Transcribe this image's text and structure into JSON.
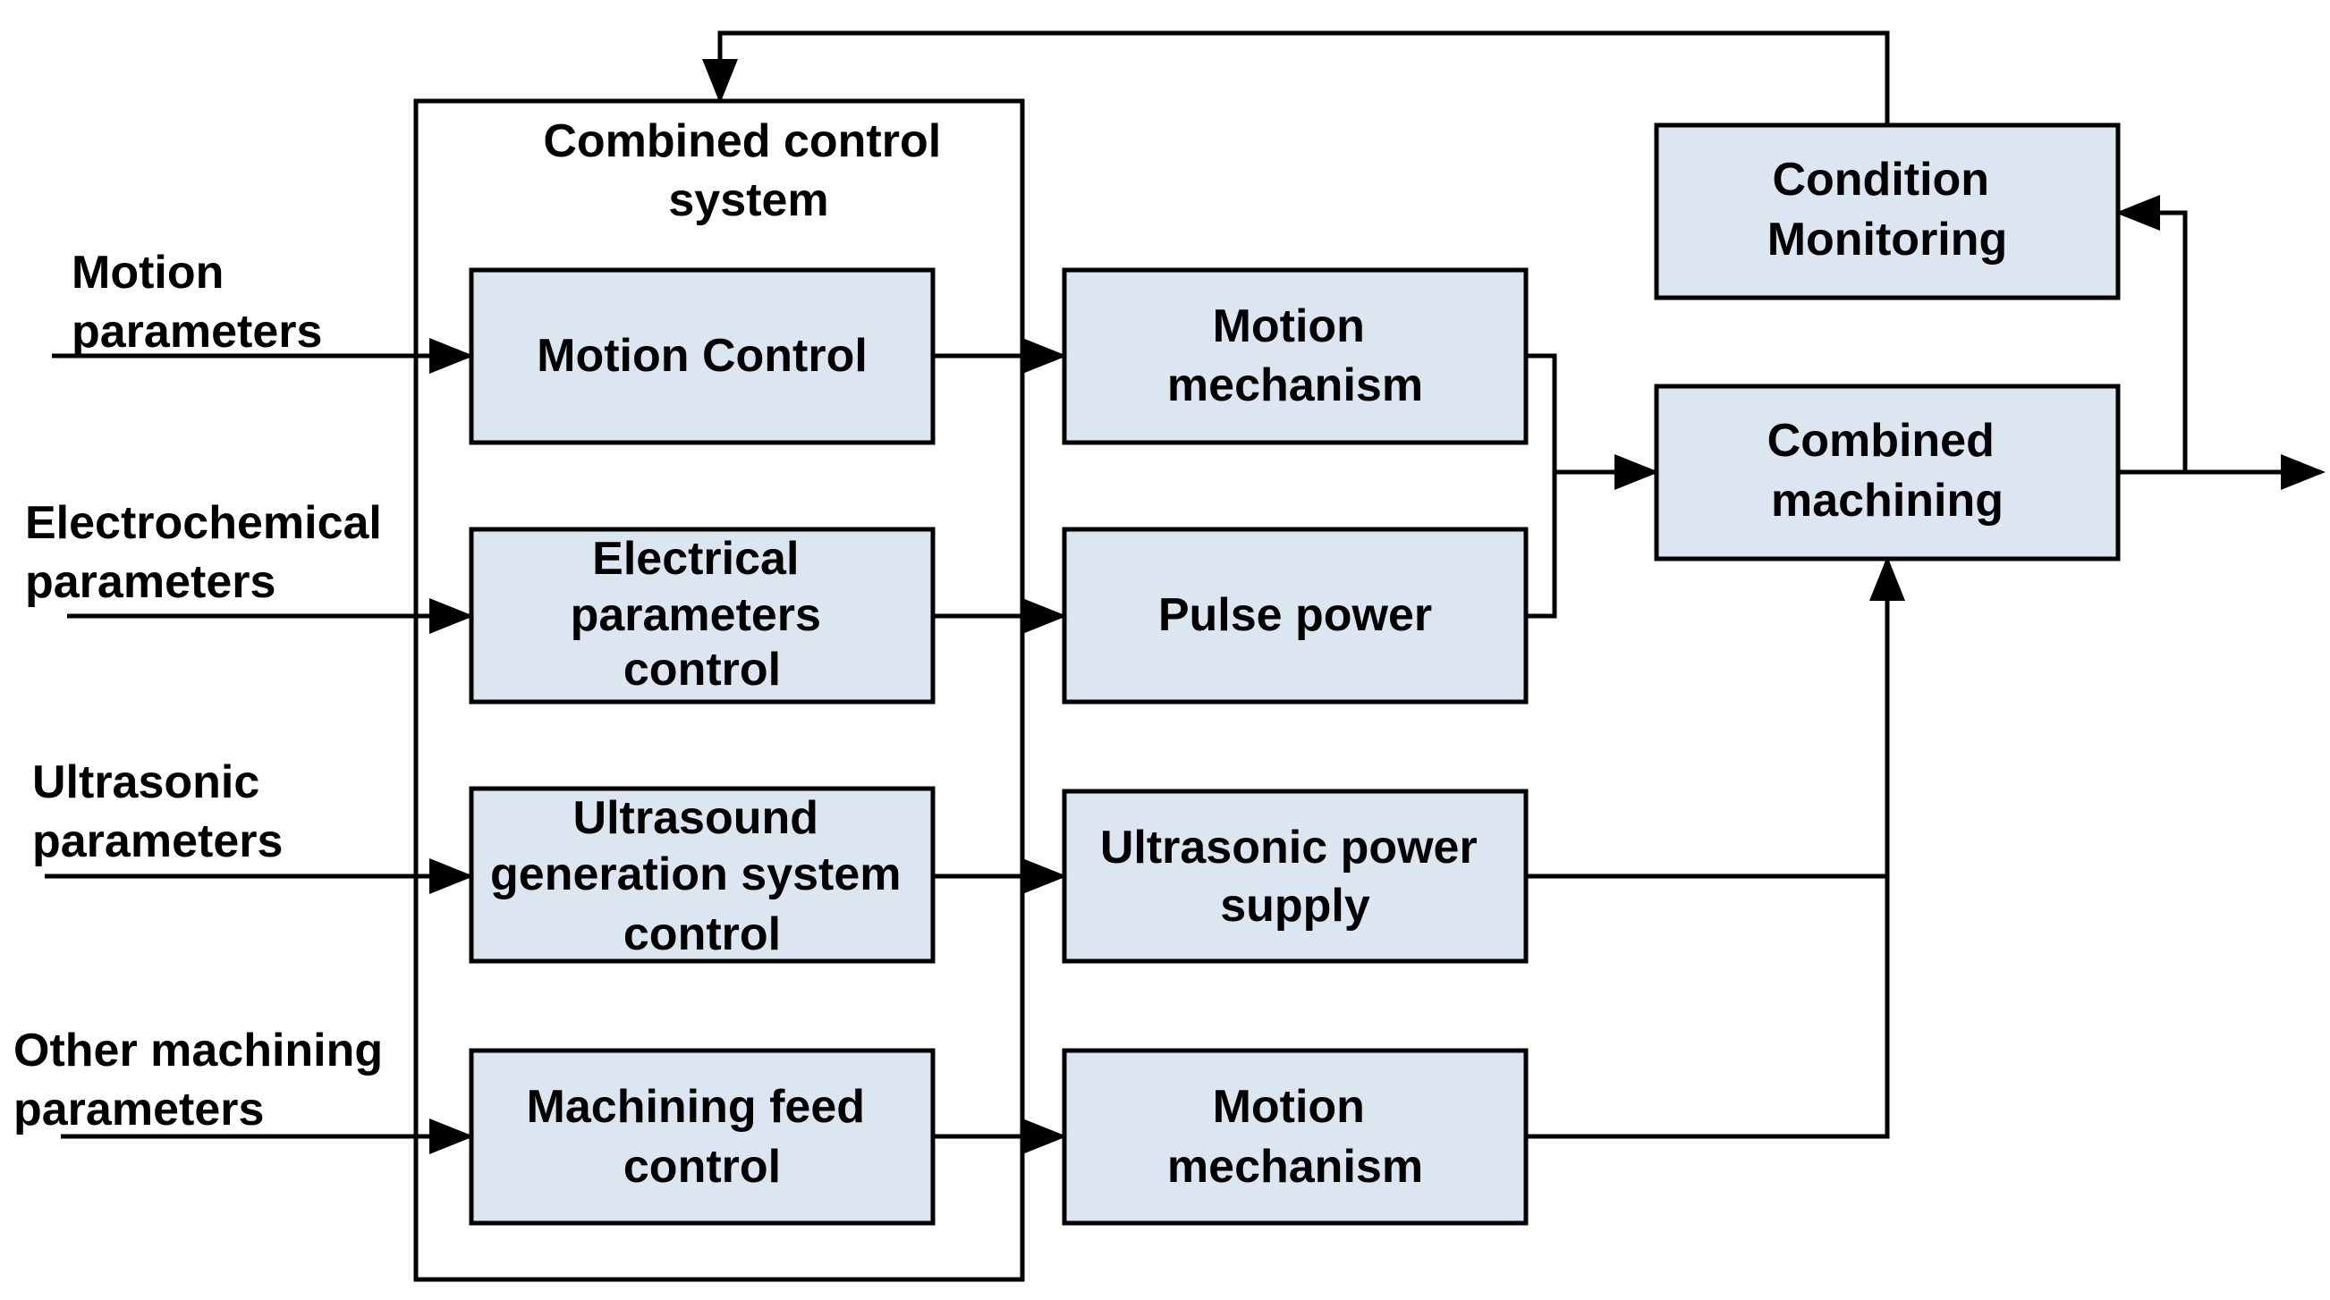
{
  "colors": {
    "box_fill": "#DCE6F1",
    "stroke": "#000000",
    "outer_fill": "#FFFFFF"
  },
  "control_system": {
    "title_line1": "Combined control",
    "title_line2": "system"
  },
  "inputs": {
    "motion": [
      "Motion",
      "parameters"
    ],
    "electrochemical": [
      "Electrochemical",
      "parameters"
    ],
    "ultrasonic": [
      "Ultrasonic",
      "parameters"
    ],
    "other": [
      "Other machining",
      "parameters"
    ]
  },
  "controllers": {
    "motion_control": [
      "Motion Control"
    ],
    "electrical_parameters_control": [
      "Electrical",
      "parameters",
      "control"
    ],
    "ultrasound_generation_control": [
      "Ultrasound",
      "generation system",
      "control"
    ],
    "machining_feed_control": [
      "Machining feed",
      "control"
    ]
  },
  "actuators": {
    "motion_mechanism_top": [
      "Motion",
      "mechanism"
    ],
    "pulse_power": [
      "Pulse power"
    ],
    "ultrasonic_power_supply": [
      "Ultrasonic power",
      "supply"
    ],
    "motion_mechanism_bottom": [
      "Motion",
      "mechanism"
    ]
  },
  "process": {
    "condition_monitoring": [
      "Condition",
      "Monitoring"
    ],
    "combined_machining": [
      "Combined",
      "machining"
    ]
  }
}
